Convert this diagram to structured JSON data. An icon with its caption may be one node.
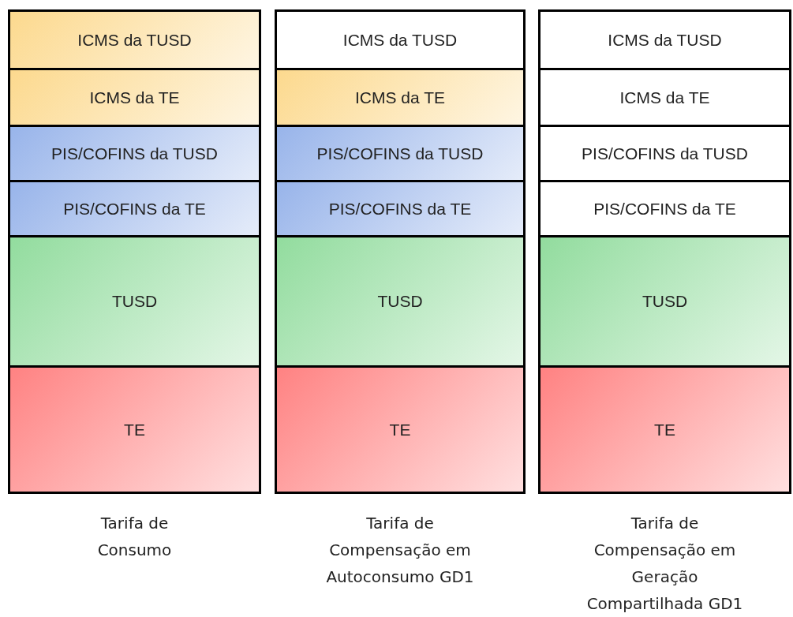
{
  "diagram": {
    "nodes": [
      {
        "text": [
          "Tarifa de Consumo"
        ]
      },
      {
        "text": [
          "ICMS da TUSD"
        ],
        "in": 0
      },
      {
        "text": [
          "ICMS da TE"
        ],
        "in": 0
      },
      {
        "text": [
          "PIS/COFINS da TUSD"
        ],
        "in": 0
      },
      {
        "text": [
          "PIS/COFINS da TE"
        ],
        "in": 0
      },
      {
        "text": [
          "TUSD"
        ],
        "in": 0
      },
      {
        "text": [
          "TE"
        ],
        "in": 0
      },
      {
        "text": [
          "Tarifa de Compensação em Autoconsumo GD1"
        ]
      },
      {
        "text": [
          "ICMS da TUSD"
        ],
        "in": 7
      },
      {
        "text": [
          "ICMS da TE"
        ],
        "in": 7
      },
      {
        "text": [
          "PIS/COFINS da TUSD"
        ],
        "in": 7
      },
      {
        "text": [
          "PIS/COFINS da TE"
        ],
        "in": 7
      },
      {
        "text": [
          "TUSD"
        ],
        "in": 7
      },
      {
        "text": [
          "TE"
        ],
        "in": 7
      },
      {
        "text": [
          "Tarifa de Compensação em Geração Compartilhada GD1"
        ]
      },
      {
        "text": [
          "ICMS da TUSD"
        ],
        "in": 14
      },
      {
        "text": [
          "ICMS da TE"
        ],
        "in": 14
      },
      {
        "text": [
          "PIS/COFINS da TUSD"
        ],
        "in": 14
      },
      {
        "text": [
          "PIS/COFINS da TE"
        ],
        "in": 14
      },
      {
        "text": [
          "TUSD"
        ],
        "in": 14
      },
      {
        "text": [
          "TE"
        ],
        "in": 14
      }
    ]
  }
}
